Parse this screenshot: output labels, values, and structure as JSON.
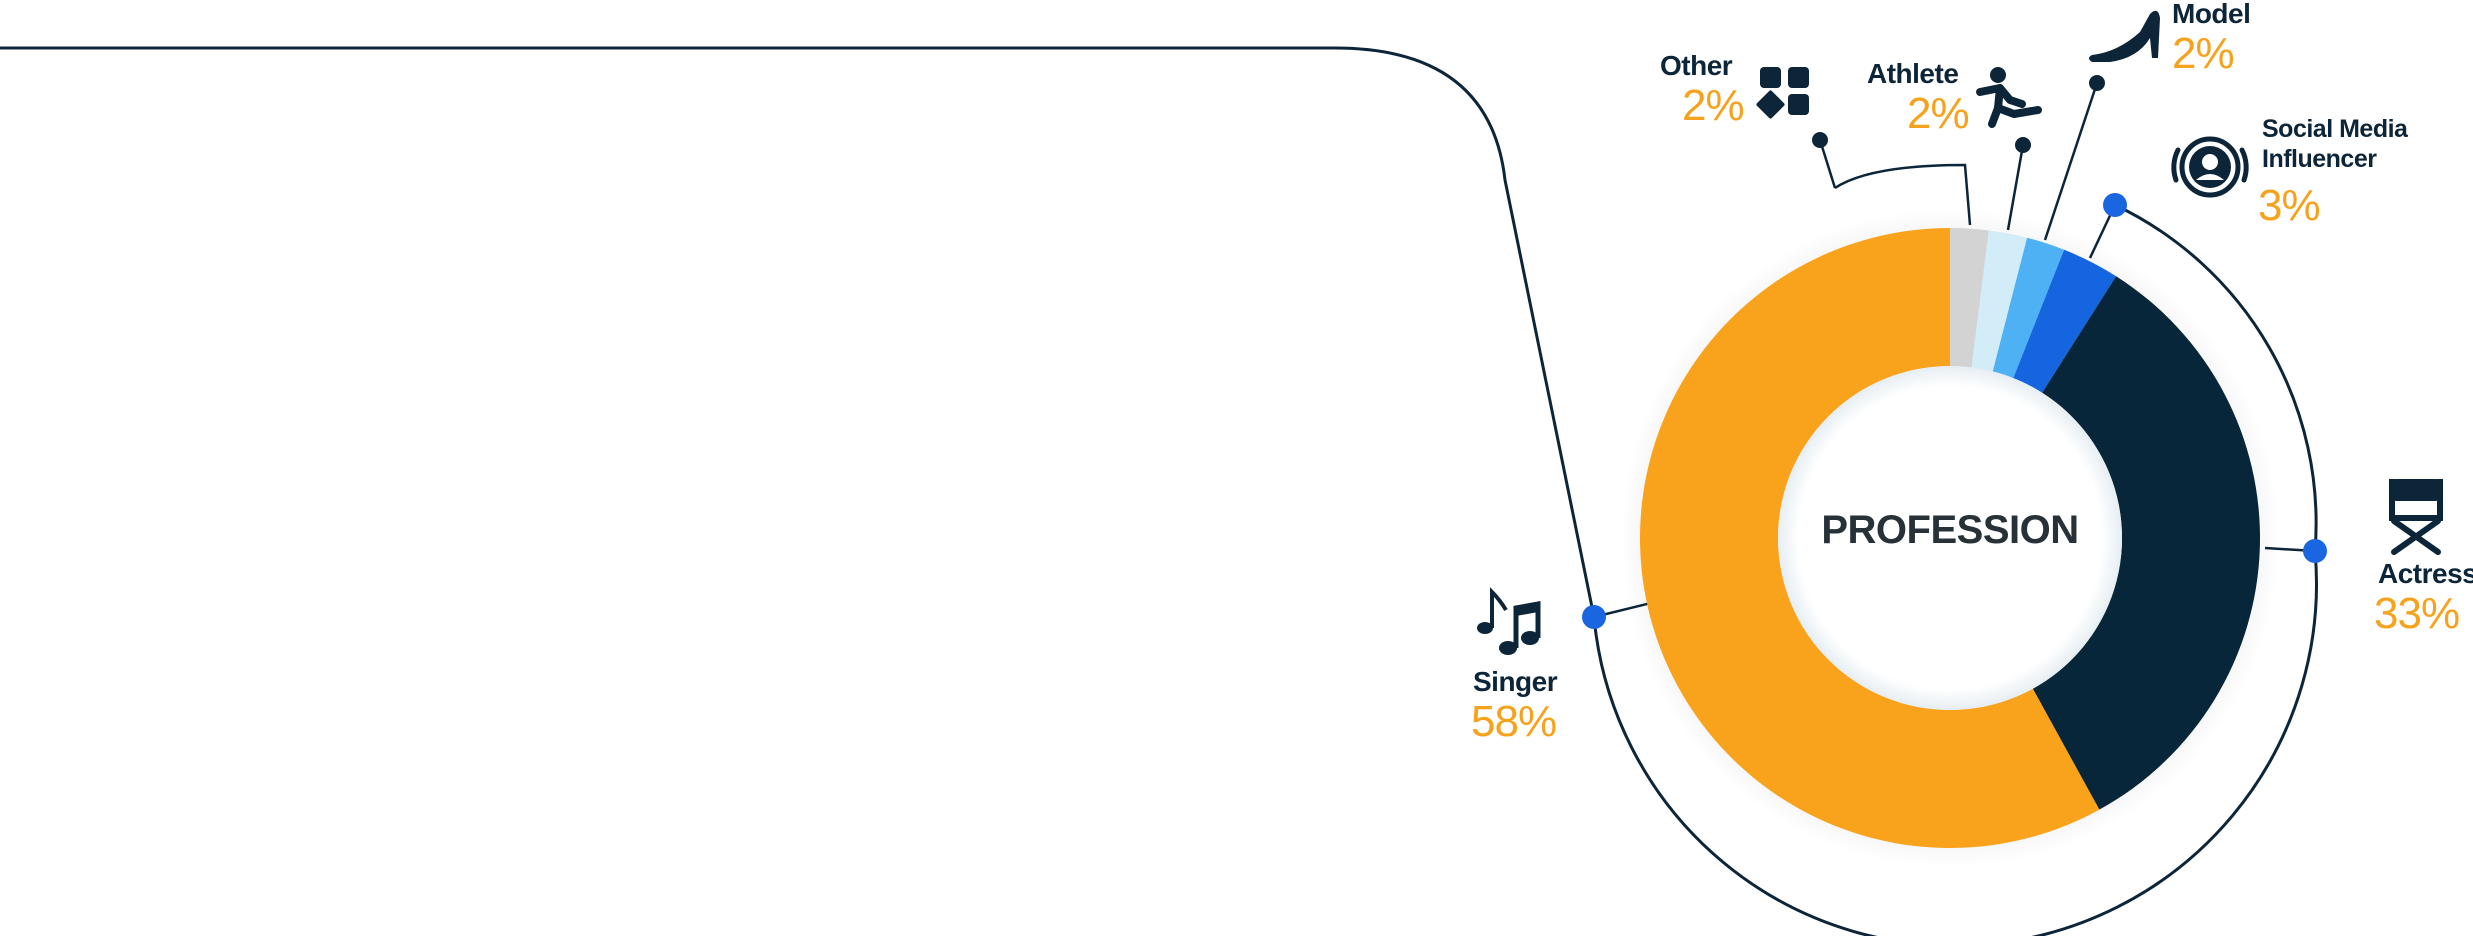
{
  "chart_data": {
    "type": "donut",
    "center_label": "PROFESSION",
    "slices": [
      {
        "name": "Other",
        "value": 2,
        "display": "2%",
        "color": "#d3d3d3",
        "icon": "grid-icon"
      },
      {
        "name": "Athlete",
        "value": 2,
        "display": "2%",
        "color": "#d2edf7",
        "icon": "running-person-icon"
      },
      {
        "name": "Model",
        "value": 2,
        "display": "2%",
        "color": "#4db1f4",
        "icon": "high-heel-icon"
      },
      {
        "name": "Social Media Influencer",
        "value": 3,
        "display": "3%",
        "color": "#1565e0",
        "icon": "broadcast-person-icon"
      },
      {
        "name": "Actress",
        "value": 33,
        "display": "33%",
        "color": "#08263a",
        "icon": "director-chair-icon"
      },
      {
        "name": "Singer",
        "value": 58,
        "display": "58%",
        "color": "#f9a21b",
        "icon": "music-notes-icon"
      }
    ]
  },
  "labels": {
    "other": {
      "name": "Other",
      "pct": "2%"
    },
    "athlete": {
      "name": "Athlete",
      "pct": "2%"
    },
    "model": {
      "name": "Model",
      "pct": "2%"
    },
    "influencer": {
      "name_line1": "Social Media",
      "name_line2": "Influencer",
      "pct": "3%"
    },
    "actress": {
      "name": "Actress",
      "pct": "33%"
    },
    "singer": {
      "name": "Singer",
      "pct": "58%"
    }
  },
  "colors": {
    "navy": "#0c2539",
    "orange": "#f7a21c",
    "accent_blue": "#1a66e0"
  }
}
